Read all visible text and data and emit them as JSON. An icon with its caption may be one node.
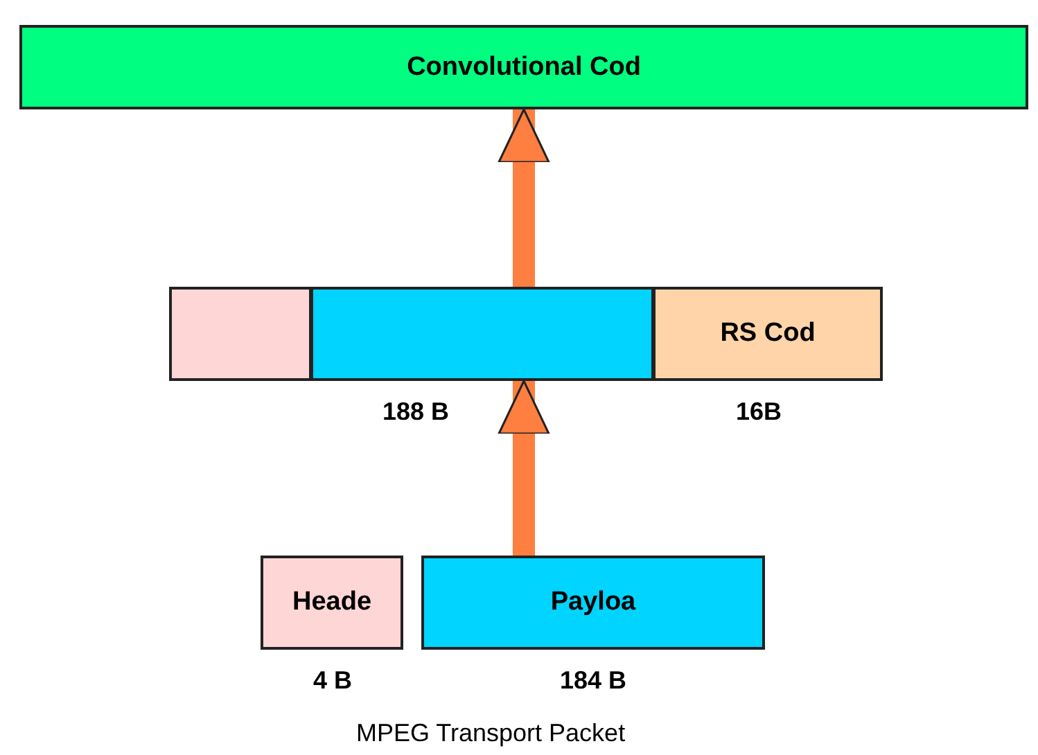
{
  "diagram": {
    "caption": "MPEG Transport Packet",
    "nodes": [
      {
        "text": [
          "Convolutional Cod"
        ]
      },
      {
        "text": [],
        "shape": "box"
      },
      {
        "text": [],
        "shape": "box",
        "beside": [
          "188 B"
        ]
      },
      {
        "text": [
          "RS Cod"
        ],
        "beside": [
          "16B"
        ]
      },
      {
        "text": [
          "Heade"
        ],
        "beside": [
          "4 B"
        ]
      },
      {
        "text": [
          "Payloa"
        ],
        "beside": [
          "184 B"
        ]
      }
    ],
    "edges": [
      {
        "from": 2,
        "to": 0,
        "arrow": "to",
        "color": "#ff7f40"
      },
      {
        "from": 5,
        "to": 2,
        "arrow": "to",
        "color": "#ff7f40"
      }
    ]
  }
}
